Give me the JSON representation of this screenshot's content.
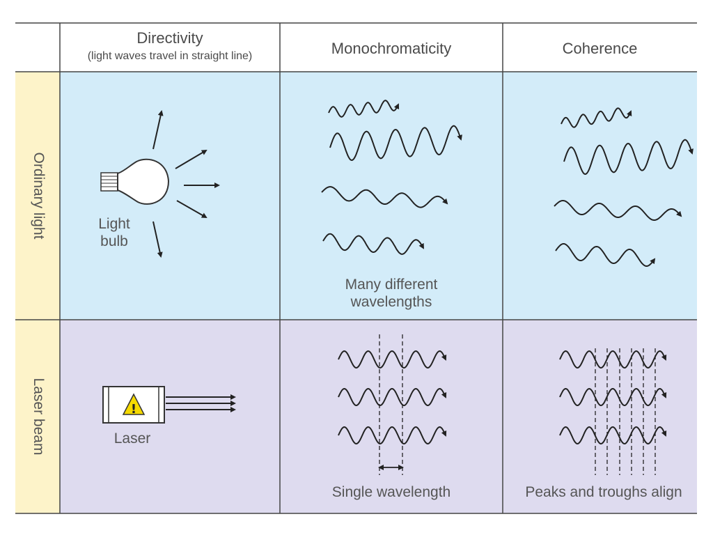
{
  "columns": {
    "directivity": {
      "title": "Directivity",
      "subtitle": "(light waves travel in straight line)"
    },
    "monochromaticity": {
      "title": "Monochromaticity"
    },
    "coherence": {
      "title": "Coherence"
    }
  },
  "rows": {
    "ordinary": {
      "label": "Ordinary light",
      "bulb_label_line1": "Light",
      "bulb_label_line2": "bulb",
      "mono_caption_line1": "Many different",
      "mono_caption_line2": "wavelengths"
    },
    "laser": {
      "label": "Laser beam",
      "device_label": "Laser",
      "mono_caption": "Single wavelength",
      "coherence_caption": "Peaks and troughs align"
    }
  },
  "colors": {
    "ordinary_cell": "#d3ecf9",
    "laser_cell": "#dedbef",
    "label_column": "#fdf3c9",
    "grid_line": "#444444",
    "wave": "#222222",
    "warning_yellow": "#f5d900"
  },
  "icons": {
    "bulb": "light-bulb-icon",
    "laser": "laser-device-icon",
    "warning": "warning-triangle-icon"
  }
}
